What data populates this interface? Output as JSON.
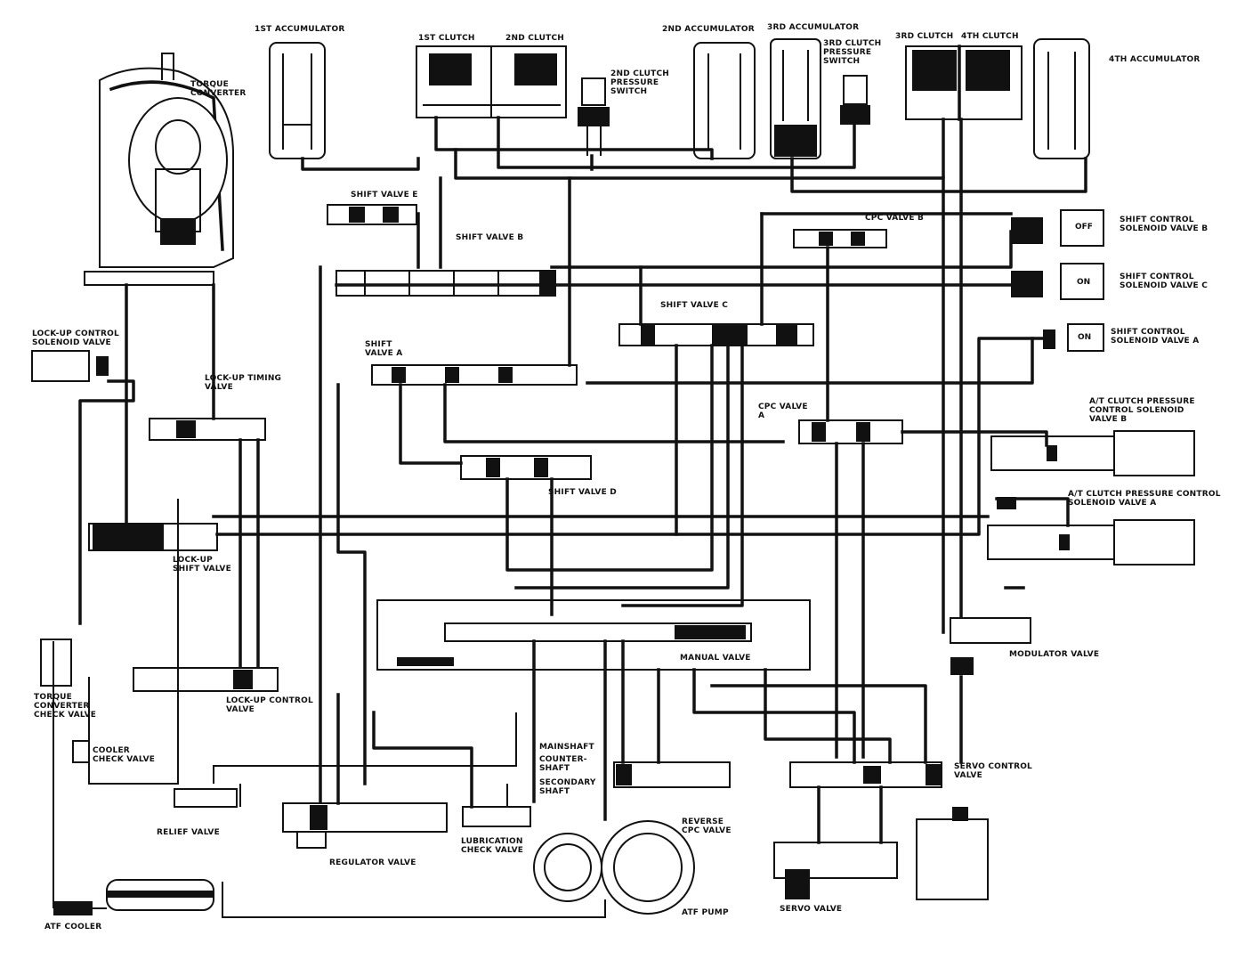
{
  "components": {
    "torque_converter": "TORQUE\nCONVERTER",
    "first_accumulator": "1ST ACCUMULATOR",
    "first_clutch": "1ST CLUTCH",
    "second_clutch": "2ND CLUTCH",
    "second_clutch_pressure_switch": "2ND CLUTCH\nPRESSURE\nSWITCH",
    "second_accumulator": "2ND ACCUMULATOR",
    "third_accumulator": "3RD ACCUMULATOR",
    "third_clutch_pressure_switch": "3RD CLUTCH\nPRESSURE\nSWITCH",
    "third_clutch": "3RD CLUTCH",
    "fourth_clutch": "4TH CLUTCH",
    "fourth_accumulator": "4TH ACCUMULATOR",
    "shift_valve_e": "SHIFT VALVE E",
    "shift_valve_b": "SHIFT VALVE B",
    "cpc_valve_b": "CPC VALVE B",
    "shift_control_solenoid_b": "SHIFT CONTROL\nSOLENOID VALVE B",
    "shift_control_solenoid_c": "SHIFT CONTROL\nSOLENOID VALVE C",
    "shift_control_solenoid_a": "SHIFT CONTROL\nSOLENOID VALVE A",
    "shift_valve_c": "SHIFT VALVE C",
    "lockup_control_solenoid": "LOCK-UP CONTROL\nSOLENOID VALVE",
    "shift_valve_a": "SHIFT\nVALVE A",
    "lockup_timing_valve": "LOCK-UP TIMING\nVALVE",
    "cpc_valve_a": "CPC VALVE\nA",
    "at_clutch_solenoid_b": "A/T CLUTCH PRESSURE\nCONTROL SOLENOID\nVALVE B",
    "shift_valve_d": "SHIFT VALVE D",
    "at_clutch_solenoid_a": "A/T CLUTCH PRESSURE CONTROL\nSOLENOID VALVE A",
    "lockup_shift_valve": "LOCK-UP\nSHIFT VALVE",
    "manual_valve": "MANUAL VALVE",
    "modulator_valve": "MODULATOR VALVE",
    "torque_converter_check_valve": "TORQUE\nCONVERTER\nCHECK VALVE",
    "lockup_control_valve": "LOCK-UP CONTROL\nVALVE",
    "cooler_check_valve": "COOLER\nCHECK VALVE",
    "mainshaft": "MAINSHAFT",
    "countershaft": "COUNTER-\nSHAFT",
    "secondary_shaft": "SECONDARY\nSHAFT",
    "servo_control_valve": "SERVO CONTROL\nVALVE",
    "relief_valve": "RELIEF VALVE",
    "lubrication_check_valve": "LUBRICATION\nCHECK VALVE",
    "reverse_cpc_valve": "REVERSE\nCPC VALVE",
    "regulator_valve": "REGULATOR VALVE",
    "atf_pump": "ATF PUMP",
    "servo_valve": "SERVO VALVE",
    "atf_cooler": "ATF COOLER"
  },
  "solenoid_states": {
    "solenoid_b": "OFF",
    "solenoid_c": "ON",
    "solenoid_a": "ON"
  }
}
